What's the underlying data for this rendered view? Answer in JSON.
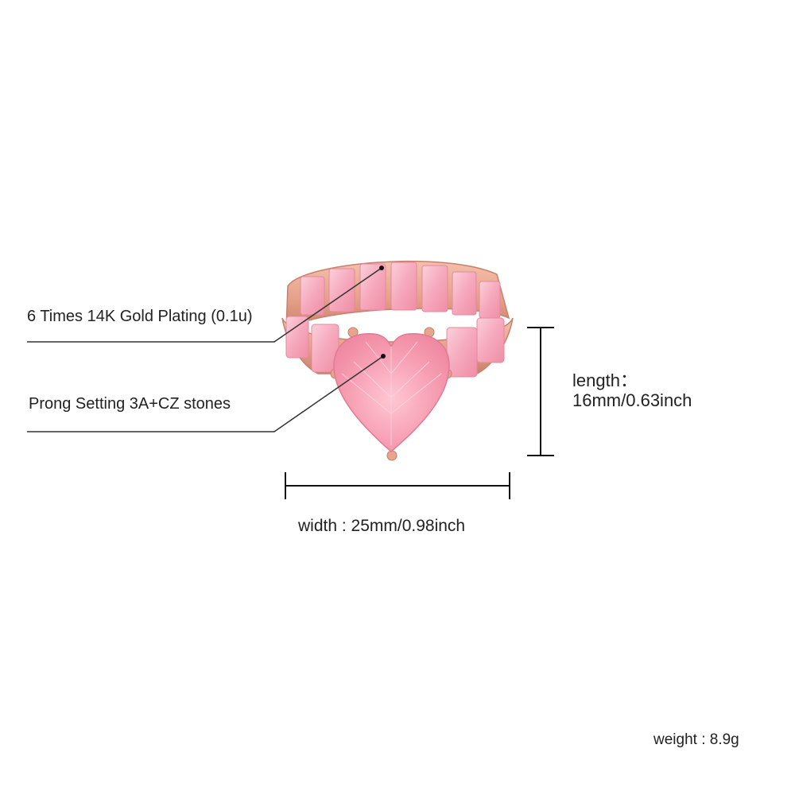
{
  "annotations": {
    "plating": "6 Times 14K Gold Plating (0.1u)",
    "setting": "Prong Setting 3A+CZ stones"
  },
  "dimensions": {
    "length_label": "length：",
    "length_value": "16mm/0.63inch",
    "width_text": "width : 25mm/0.98inch",
    "weight_text": "weight : 8.9g"
  },
  "colors": {
    "background": "#ffffff",
    "text": "#222222",
    "line": "#333333",
    "metal": "#e8a48c",
    "metal_dark": "#c9806a",
    "stone": "#f6a8bc",
    "stone_light": "#fbd0dc",
    "stone_deep": "#ef8ea6"
  }
}
